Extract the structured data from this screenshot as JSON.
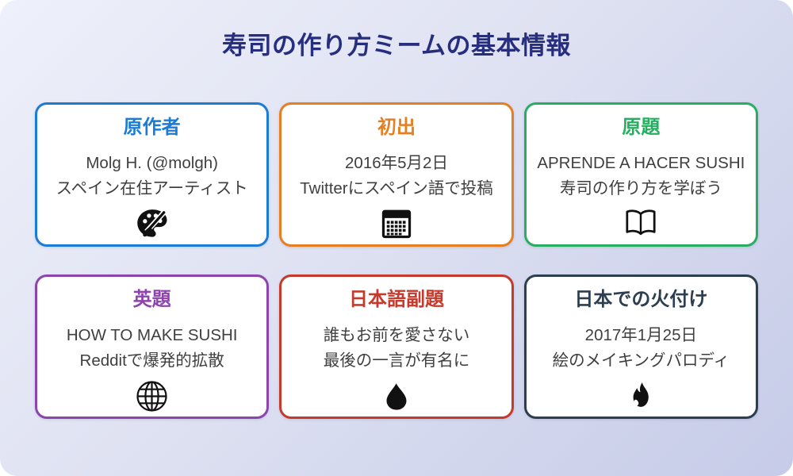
{
  "page": {
    "title": "寿司の作り方ミームの基本情報"
  },
  "theme": {
    "background_start": "#eef0fa",
    "background_end": "#c6cbe8",
    "title_color": "#262e7d",
    "card_background": "#ffffff",
    "body_text_color": "#3f3f3f",
    "icon_color": "#111111"
  },
  "cards": [
    {
      "id": "original-author",
      "heading": "原作者",
      "color": "#1b7cd6",
      "lines": [
        "Molg H. (@molgh)",
        "スペイン在住アーティスト"
      ],
      "icon": "palette-icon"
    },
    {
      "id": "first-appearance",
      "heading": "初出",
      "color": "#e67e22",
      "lines": [
        "2016年5月2日",
        "Twitterにスペイン語で投稿"
      ],
      "icon": "calendar-icon"
    },
    {
      "id": "original-title",
      "heading": "原題",
      "color": "#27ae60",
      "lines": [
        "APRENDE A HACER SUSHI",
        "寿司の作り方を学ぼう"
      ],
      "icon": "open-book-icon"
    },
    {
      "id": "english-title",
      "heading": "英題",
      "color": "#8e44ad",
      "lines": [
        "HOW TO MAKE SUSHI",
        "Redditで爆発的拡散"
      ],
      "icon": "globe-icon"
    },
    {
      "id": "japanese-subtitle",
      "heading": "日本語副題",
      "color": "#c53a2c",
      "lines": [
        "誰もお前を愛さない",
        "最後の一言が有名に"
      ],
      "icon": "droplet-icon"
    },
    {
      "id": "japan-ignition",
      "heading": "日本での火付け",
      "color": "#2c3e50",
      "lines": [
        "2017年1月25日",
        "絵のメイキングパロディ"
      ],
      "icon": "flame-icon"
    }
  ]
}
